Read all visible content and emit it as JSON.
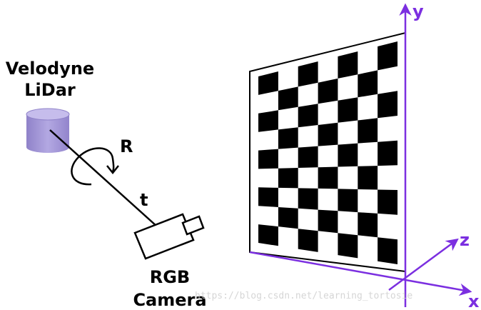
{
  "lidar": {
    "line1": "Velodyne",
    "line2": "LiDar"
  },
  "rotation_label": "R",
  "translation_label": "t",
  "camera": {
    "line1": "RGB",
    "line2": "Camera"
  },
  "axes": {
    "x": "x",
    "y": "y",
    "z": "z"
  },
  "watermark": "https://blog.csdn.net/learning_tortosie",
  "colors": {
    "axis": "#7b2fe0",
    "lidar_body": "#a89ad8",
    "lidar_top": "#bdb2e6",
    "ink": "#000000"
  },
  "board": {
    "rows": 9,
    "cols": 7
  }
}
